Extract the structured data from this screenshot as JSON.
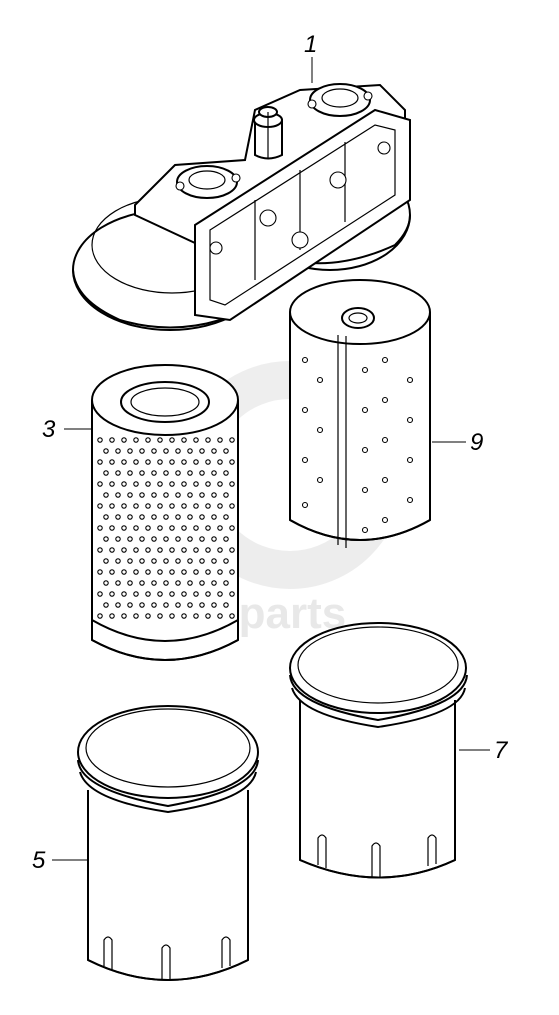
{
  "callouts": [
    {
      "id": "1",
      "label": "1"
    },
    {
      "id": "3",
      "label": "3"
    },
    {
      "id": "9",
      "label": "9"
    },
    {
      "id": "7",
      "label": "7"
    },
    {
      "id": "5",
      "label": "5"
    }
  ],
  "watermark": {
    "text": "ka-parts"
  },
  "colors": {
    "line": "#000000",
    "background": "#ffffff",
    "watermark": "#e6e6e6"
  }
}
